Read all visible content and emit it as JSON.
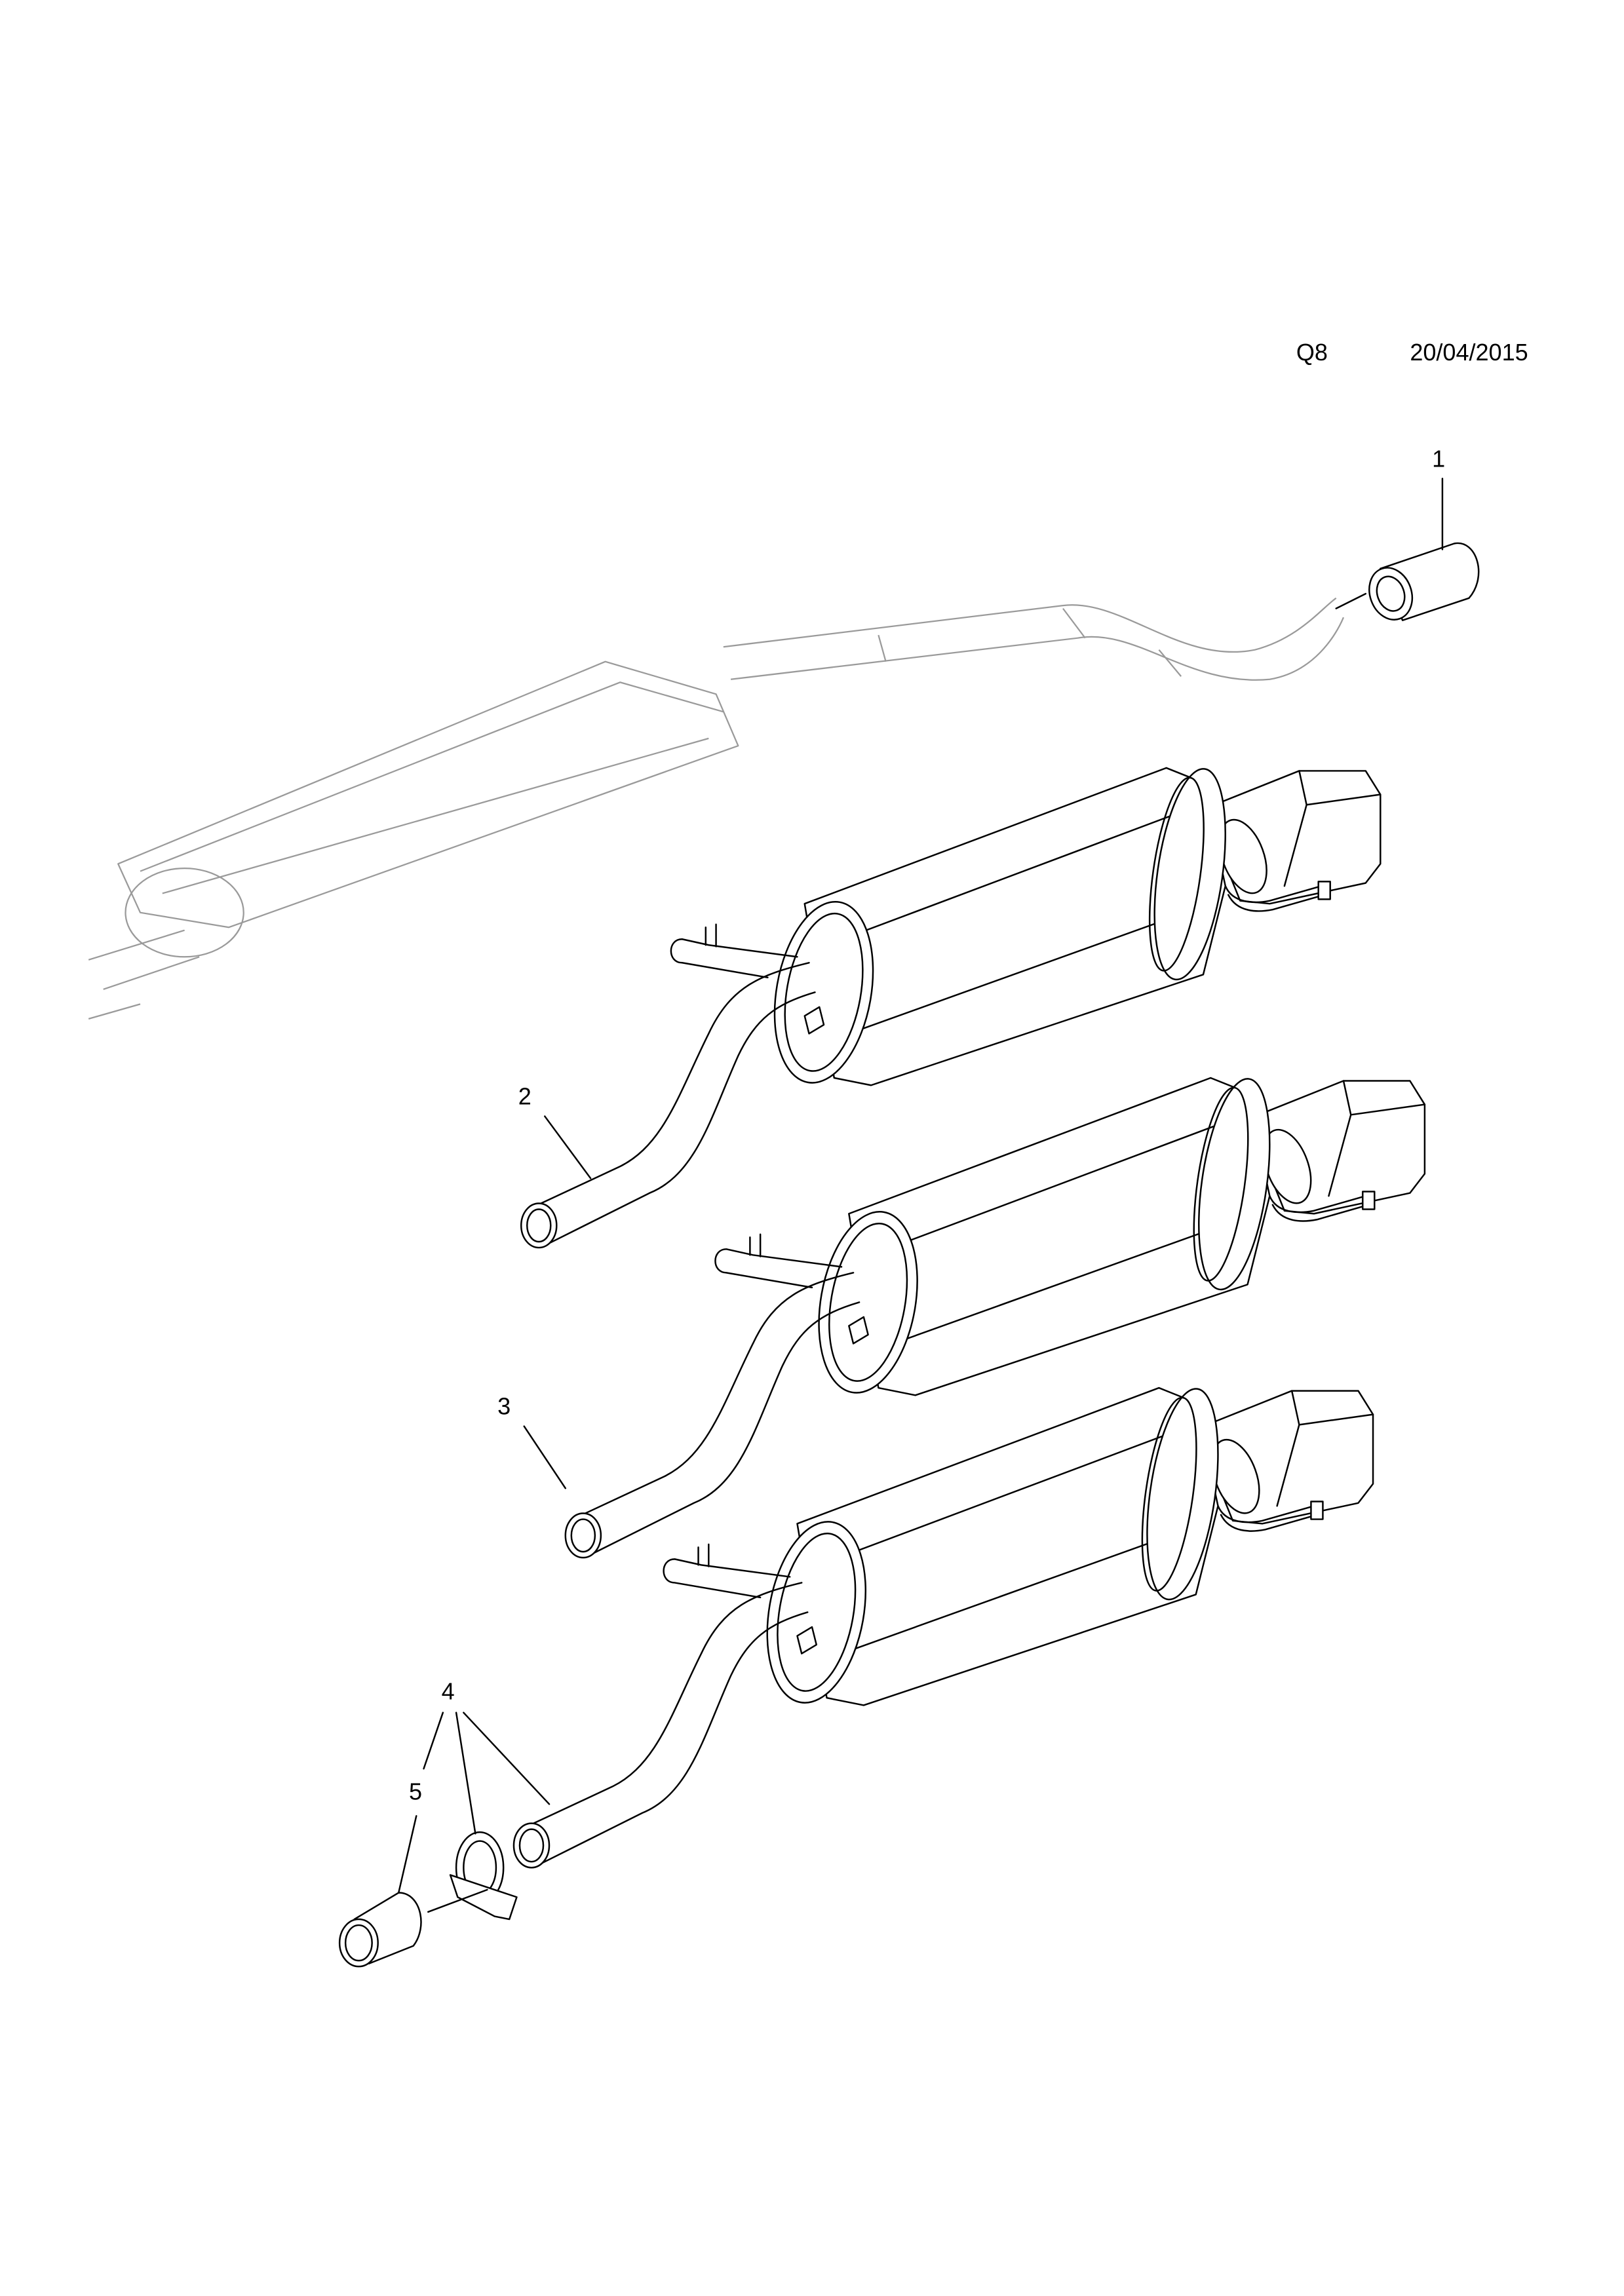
{
  "header": {
    "code": "Q8",
    "date": "20/04/2015"
  },
  "callouts": [
    {
      "number": "1"
    },
    {
      "number": "2"
    },
    {
      "number": "3"
    },
    {
      "number": "4"
    },
    {
      "number": "5"
    }
  ]
}
